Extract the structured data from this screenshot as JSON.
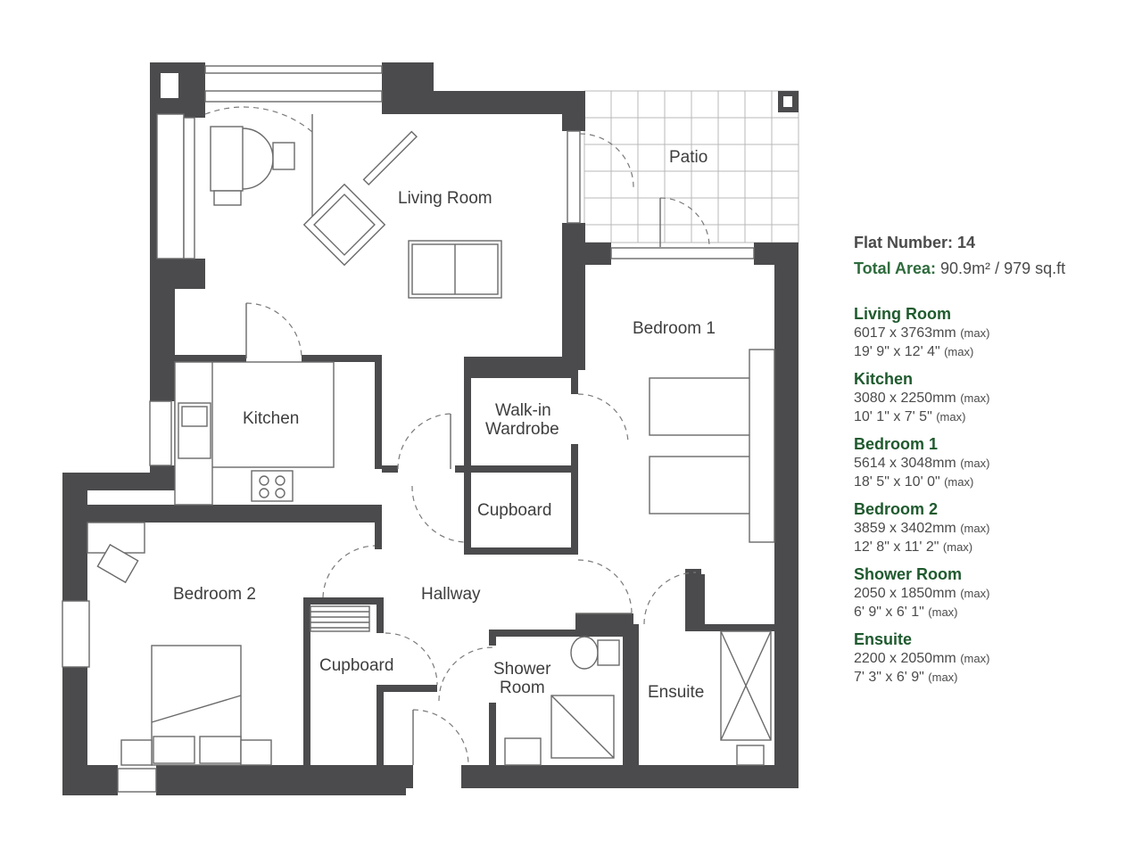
{
  "flat": {
    "number_label": "Flat Number: 14",
    "total_area_label": "Total Area:",
    "total_area_metric": "90.9m²",
    "total_area_imperial": "/ 979 sq.ft"
  },
  "rooms": [
    {
      "name": "Living Room",
      "metric": "6017 x 3763mm",
      "imperial": "19' 9\" x 12' 4\"",
      "suffix": "(max)"
    },
    {
      "name": "Kitchen",
      "metric": "3080 x 2250mm",
      "imperial": "10' 1\" x 7' 5\"",
      "suffix": "(max)"
    },
    {
      "name": "Bedroom 1",
      "metric": "5614 x 3048mm",
      "imperial": "18' 5\" x 10' 0\"",
      "suffix": "(max)"
    },
    {
      "name": "Bedroom 2",
      "metric": "3859 x 3402mm",
      "imperial": "12' 8\" x 11' 2\"",
      "suffix": "(max)"
    },
    {
      "name": "Shower Room",
      "metric": "2050 x 1850mm",
      "imperial": "6' 9\" x 6' 1\"",
      "suffix": "(max)"
    },
    {
      "name": "Ensuite",
      "metric": "2200 x 2050mm",
      "imperial": "7' 3\" x 6' 9\"",
      "suffix": "(max)"
    }
  ],
  "plan_labels": {
    "patio": "Patio",
    "living_room": "Living Room",
    "bedroom1": "Bedroom 1",
    "kitchen": "Kitchen",
    "walkin_1": "Walk-in",
    "walkin_2": "Wardrobe",
    "cupboard_top": "Cupboard",
    "hallway": "Hallway",
    "bedroom2": "Bedroom 2",
    "cupboard_bottom": "Cupboard",
    "shower_1": "Shower",
    "shower_2": "Room",
    "ensuite": "Ensuite"
  },
  "colors": {
    "wall": "#4b4b4d",
    "heading_green": "#1f5a2e",
    "text": "#4b4b4b"
  }
}
